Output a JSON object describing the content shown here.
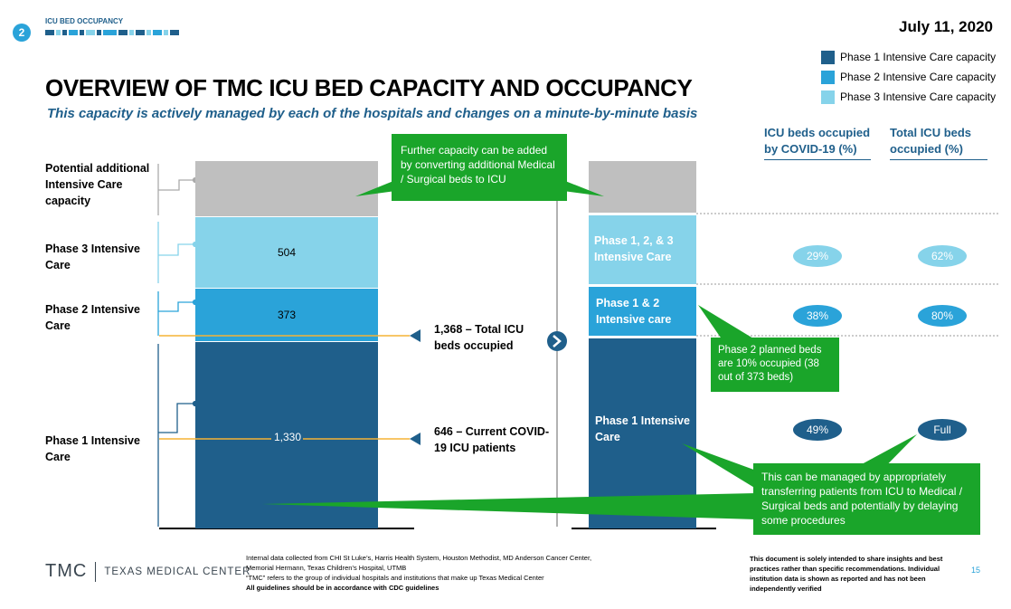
{
  "header": {
    "slide_number": "2",
    "section_tag": "ICU BED OCCUPANCY",
    "date": "July 11, 2020",
    "title": "OVERVIEW OF TMC ICU BED CAPACITY AND OCCUPANCY",
    "subtitle": "This capacity is actively managed by each of the hospitals and changes on a minute-by-minute basis"
  },
  "legend": [
    {
      "label": "Phase 1 Intensive Care capacity",
      "color": "#1f5f8b"
    },
    {
      "label": "Phase 2 Intensive Care capacity",
      "color": "#2aa3d9"
    },
    {
      "label": "Phase 3 Intensive Care capacity",
      "color": "#86d3ea"
    }
  ],
  "left_bar": {
    "labels": {
      "potential": "Potential additional Intensive Care capacity",
      "phase3": "Phase 3 Intensive Care",
      "phase2": "Phase 2 Intensive Care",
      "phase1": "Phase 1 Intensive Care"
    },
    "values": {
      "phase3": "504",
      "phase2": "373",
      "phase1": "1,330"
    }
  },
  "callouts": {
    "total": "1,368 – Total ICU beds occupied",
    "covid": "646 – Current COVID-19 ICU patients"
  },
  "right_bar": {
    "labels": {
      "phase123": "Phase 1, 2, & 3 Intensive Care",
      "phase12": "Phase 1 & 2 Intensive care",
      "phase1": "Phase 1 Intensive Care"
    }
  },
  "table": {
    "col1_header": "ICU beds occupied by COVID-19 (%)",
    "col2_header": "Total ICU beds occupied (%)",
    "rows": [
      {
        "covid": "29%",
        "total": "62%"
      },
      {
        "covid": "38%",
        "total": "80%"
      },
      {
        "covid": "49%",
        "total": "Full"
      }
    ]
  },
  "notes": {
    "further_capacity": "Further capacity can be added by converting additional Medical / Surgical beds to ICU",
    "phase2_planned": "Phase 2 planned beds are 10% occupied (38 out of 373 beds)",
    "managed": "This can be managed by appropriately transferring patients from ICU to Medical / Surgical beds and potentially by delaying some procedures"
  },
  "footer": {
    "logo_short": "TMC",
    "logo_name": "TEXAS MEDICAL CENTER",
    "source_lines": [
      "Internal data collected from CHI St Luke’s, Harris Health System, Houston Methodist, MD Anderson Cancer Center,",
      "Memorial Hermann, Texas Children’s Hospital, UTMB",
      "“TMC” refers to the group of individual hospitals and institutions that make up Texas Medical Center",
      "All guidelines should be in accordance with CDC guidelines"
    ],
    "disclaimer": "This document is solely intended to share insights and best practices rather than specific recommendations. Individual institution data is shown as reported and has not been independently verified",
    "page_number": "15"
  },
  "colors": {
    "phase1": "#1f5f8b",
    "phase2": "#2aa3d9",
    "phase3": "#86d3ea",
    "potential": "#bfbfbf",
    "green": "#1aa52a",
    "orange_line": "#f5b335"
  }
}
